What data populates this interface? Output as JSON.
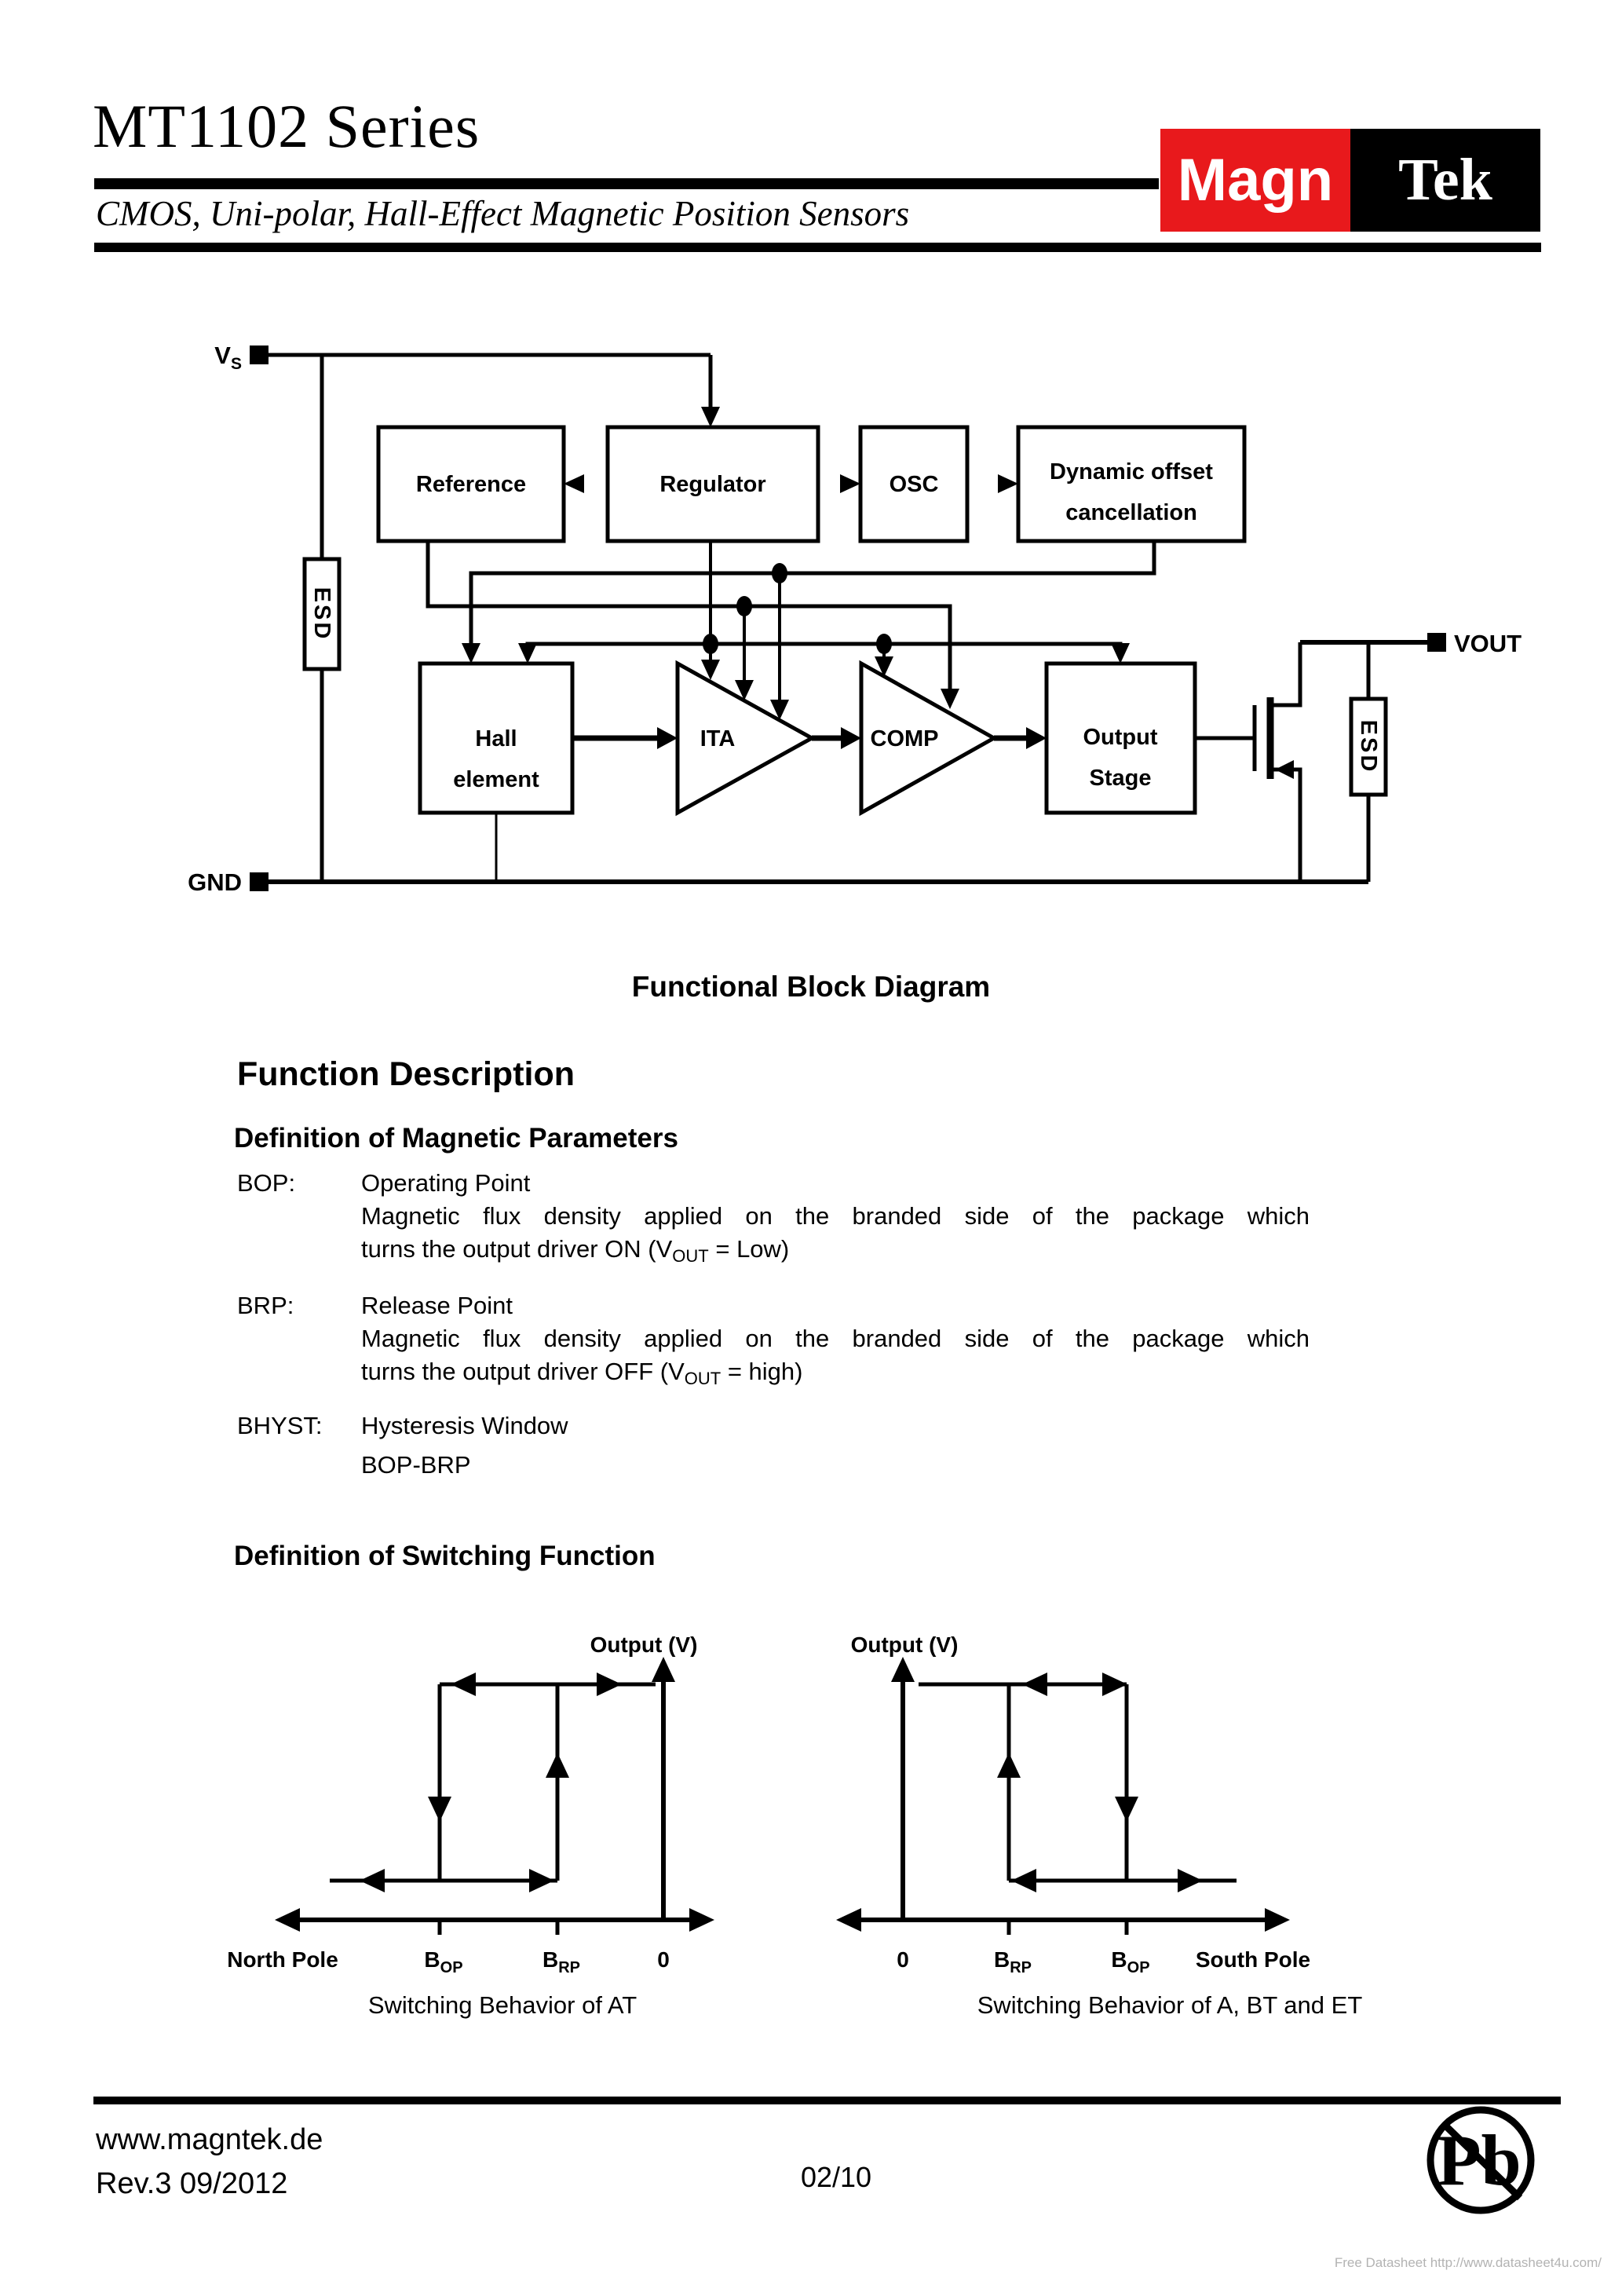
{
  "header": {
    "title": "MT1102 Series",
    "subtitle": "CMOS, Uni-polar, Hall-Effect Magnetic Position Sensors",
    "logo": {
      "magn": "Magn",
      "tek": "Tek",
      "red_color": "#e8191c",
      "black_color": "#000000"
    }
  },
  "diagram": {
    "caption": "Functional Block Diagram",
    "terminals": {
      "vs_main": "V",
      "vs_sub": "S",
      "gnd": "GND",
      "vout": "VOUT"
    },
    "blocks": {
      "reference": "Reference",
      "regulator": "Regulator",
      "osc": "OSC",
      "dynamic_offset_line1": "Dynamic offset",
      "dynamic_offset_line2": "cancellation",
      "hall_line1": "Hall",
      "hall_line2": "element",
      "ita": "ITA",
      "comp": "COMP",
      "output_stage_line1": "Output",
      "output_stage_line2": "Stage",
      "esd_left": "ESD",
      "esd_right": "ESD"
    }
  },
  "function_description": {
    "heading": "Function Description",
    "magnetic_heading": "Definition of Magnetic Parameters",
    "definitions": [
      {
        "term": "BOP:",
        "title": "Operating Point",
        "line1": "Magnetic flux density applied on the branded side of the package which",
        "line2_pre": "turns the output driver ON (V",
        "line2_sub": "OUT",
        "line2_post": " = Low)"
      },
      {
        "term": "BRP:",
        "title": "Release Point",
        "line1": "Magnetic flux density applied on the branded side of the package which",
        "line2_pre": "turns the output driver OFF (V",
        "line2_sub": "OUT",
        "line2_post": " = high)"
      },
      {
        "term": "BHYST:",
        "title": "Hysteresis Window",
        "line1": "BOP-BRP"
      }
    ],
    "switching_heading": "Definition of Switching Function"
  },
  "graphs": {
    "left": {
      "y_axis_label": "Output (V)",
      "x_left_label": "North Pole",
      "tick1_main": "B",
      "tick1_sub": "OP",
      "tick2_main": "B",
      "tick2_sub": "RP",
      "origin_label": "0",
      "caption": "Switching Behavior of AT"
    },
    "right": {
      "y_axis_label": "Output (V)",
      "origin_label": "0",
      "tick1_main": "B",
      "tick1_sub": "RP",
      "tick2_main": "B",
      "tick2_sub": "OP",
      "x_right_label": "South Pole",
      "caption": "Switching Behavior of A, BT and ET"
    }
  },
  "footer": {
    "website": "www.magntek.de",
    "revision": "Rev.3 09/2012",
    "page_number": "02/10",
    "pb_symbol": "Pb",
    "watermark": "Free Datasheet http://www.datasheet4u.com/"
  }
}
